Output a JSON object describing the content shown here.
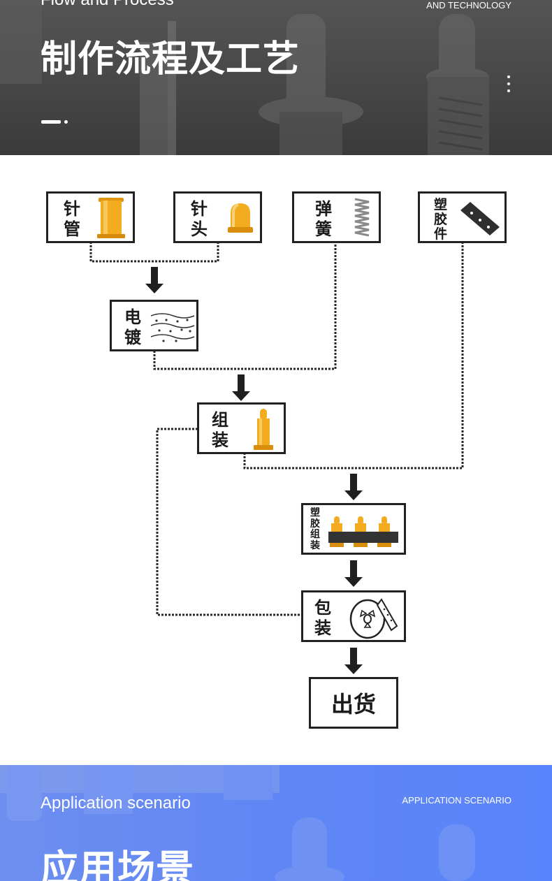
{
  "header": {
    "subtitle_en": "Flow and Process",
    "right_en": "AND TECHNOLOGY",
    "title_cn": "制作流程及工艺"
  },
  "flow": {
    "steps": {
      "needle_tube": "针\n管",
      "needle_head": "针\n头",
      "spring": "弹\n簧",
      "plastic_part": "塑\n胶\n件",
      "plating": "电\n镀",
      "assembly": "组\n装",
      "plastic_assembly": "塑\n胶\n组\n装",
      "packaging": "包\n装",
      "shipment": "出货"
    }
  },
  "scenario": {
    "subtitle_en": "Application scenario",
    "right_en": "APPLICATION SCENARIO",
    "title_cn": "应用场景"
  },
  "colors": {
    "header_bg": "#474747",
    "scenario_bg": "#5f86f4",
    "pin_gold": "#f0a818",
    "box_border": "#222222"
  }
}
